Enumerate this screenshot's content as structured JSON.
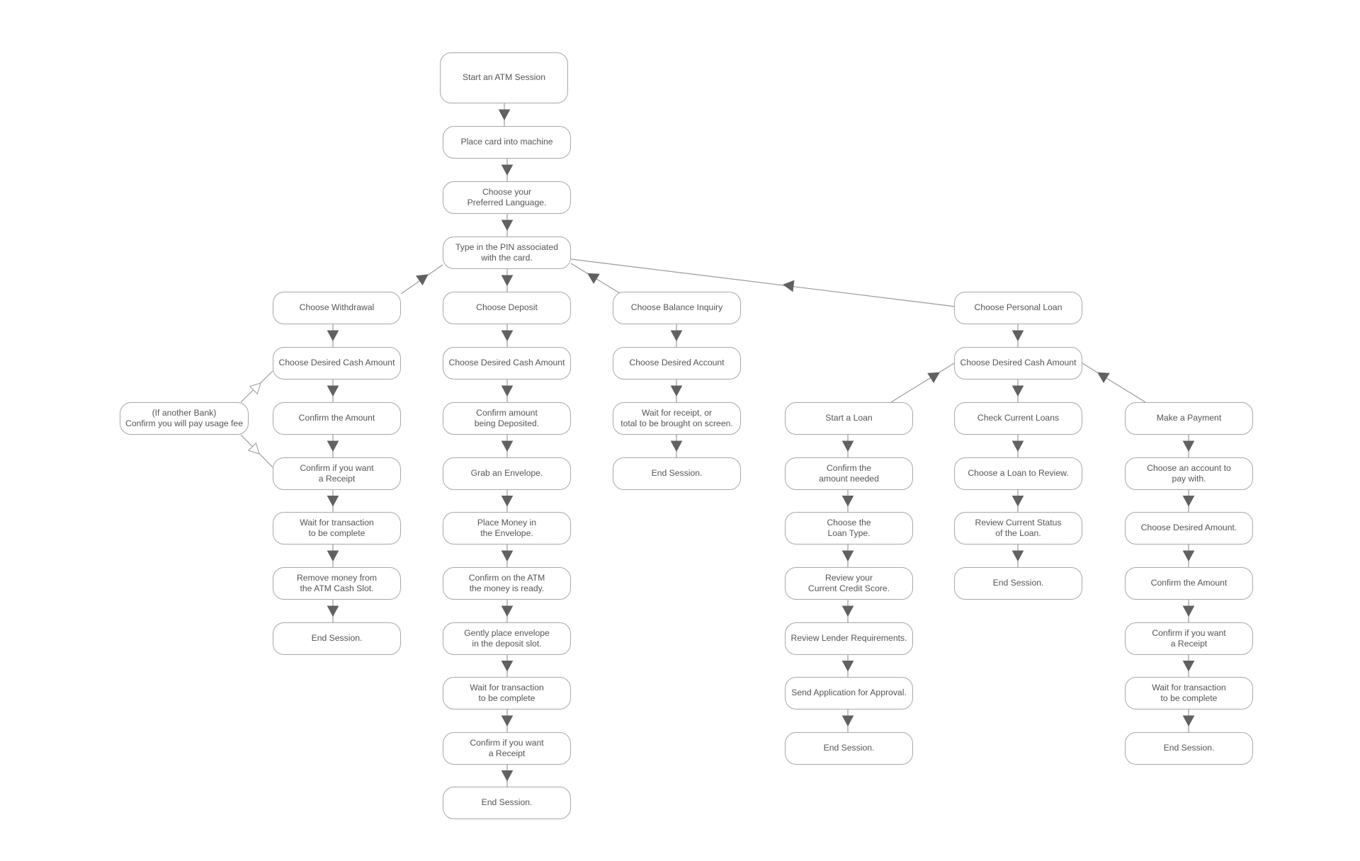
{
  "colors": {
    "node_border": "#a8a8a8",
    "node_text": "#555555",
    "edge": "#9a9a9a",
    "arrow": "#616161"
  },
  "nodes": {
    "start": "Start an ATM Session",
    "card": "Place card into machine",
    "lang": "Choose your\nPreferred Language.",
    "pin": "Type in the PIN associated\nwith the card.",
    "w1": "Choose Withdrawal",
    "w2": "Choose Desired Cash Amount",
    "w3": "Confirm the Amount",
    "w4": "Confirm if you want\na Receipt",
    "w5": "Wait for transaction\nto be complete",
    "w6": "Remove money from\nthe ATM Cash Slot.",
    "w7": "End Session.",
    "fee": "(If another Bank)\nConfirm you will pay usage fee",
    "d1": "Choose Deposit",
    "d2": "Choose Desired Cash Amount",
    "d3": "Confirm amount\nbeing Deposited.",
    "d4": "Grab an Envelope.",
    "d5": "Place Money in\nthe Envelope.",
    "d6": "Confirm on the ATM\nthe money is ready.",
    "d7": "Gently place envelope\nin the deposit slot.",
    "d8": "Wait for transaction\nto be complete",
    "d9": "Confirm if you want\na Receipt",
    "d10": "End Session.",
    "b1": "Choose Balance Inquiry",
    "b2": "Choose Desired Account",
    "b3": "Wait for receipt, or\ntotal to be brought on screen.",
    "b4": "End Session.",
    "p1": "Choose Personal Loan",
    "p2": "Choose Desired Cash Amount",
    "l1": "Start a Loan",
    "l2": "Confirm the\namount needed",
    "l3": "Choose the\nLoan Type.",
    "l4": "Review your\nCurrent Credit Score.",
    "l5": "Review Lender Requirements.",
    "l6": "Send Application for Approval.",
    "l7": "End Session.",
    "c1": "Check Current Loans",
    "c2": "Choose a Loan to Review.",
    "c3": "Review Current Status\nof the Loan.",
    "c4": "End Session.",
    "m1": "Make a Payment",
    "m2": "Choose an account to\npay with.",
    "m3": "Choose Desired Amount.",
    "m4": "Confirm the Amount",
    "m5": "Confirm if you want\na Receipt",
    "m6": "Wait for transaction\nto be complete",
    "m7": "End Session."
  }
}
